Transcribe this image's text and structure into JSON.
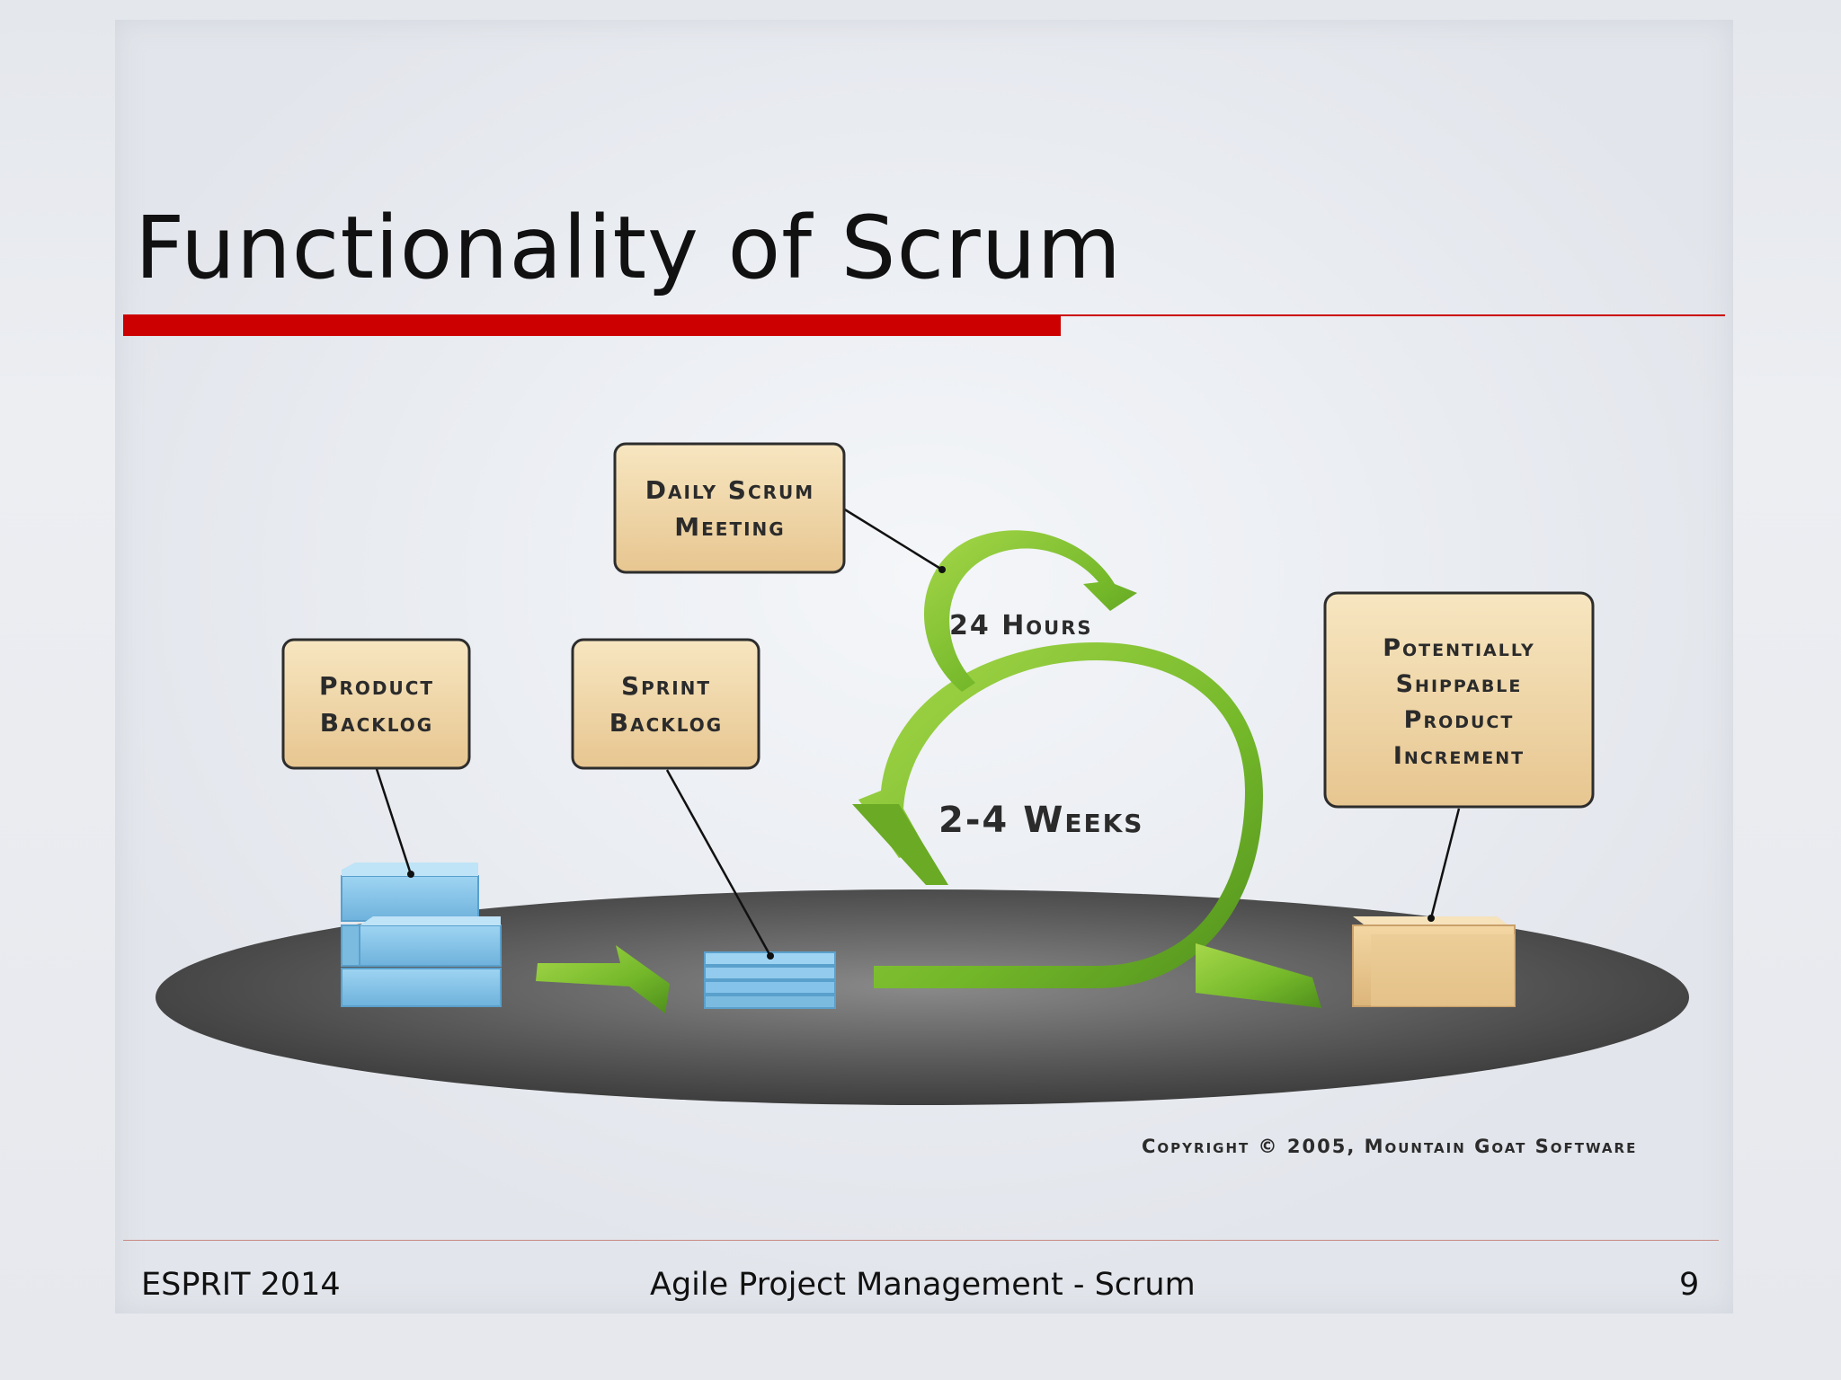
{
  "slide": {
    "title": "Functionality of Scrum"
  },
  "diagram": {
    "daily_scrum_line1": "Daily Scrum",
    "daily_scrum_line2": "Meeting",
    "product_backlog_line1": "Product",
    "product_backlog_line2": "Backlog",
    "sprint_backlog_line1": "Sprint",
    "sprint_backlog_line2": "Backlog",
    "increment_line1": "Potentially",
    "increment_line2": "Shippable",
    "increment_line3": "Product",
    "increment_line4": "Increment",
    "hours_label": "24 Hours",
    "weeks_label": "2-4 Weeks",
    "copyright": "Copyright © 2005, Mountain Goat Software",
    "colors": {
      "accent_red": "#cc0000",
      "box_fill": "#f2d9a8",
      "arrow_green": "#7fc22f",
      "cube_blue": "#8cc8ec",
      "platform": "#555555"
    }
  },
  "footer": {
    "left": "ESPRIT 2014",
    "center": "Agile Project Management - Scrum",
    "page_number": "9"
  }
}
